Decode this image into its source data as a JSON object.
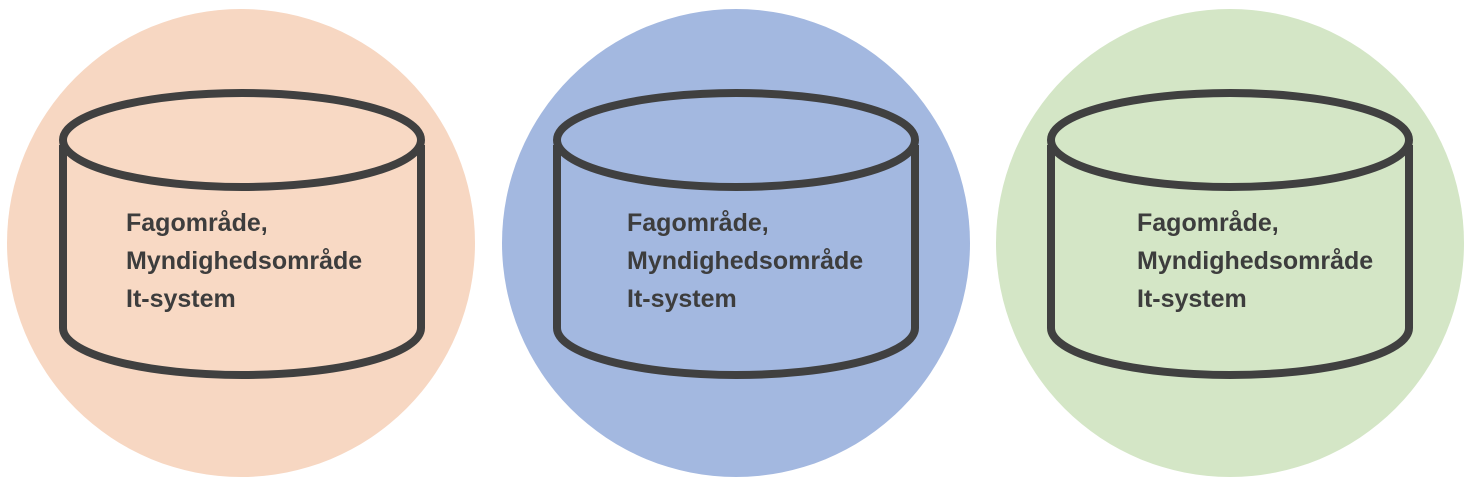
{
  "colors": {
    "stroke": "#404040",
    "text": "#3d3d3d"
  },
  "items": [
    {
      "line1": "Fagområde,",
      "line2": "Myndighedsområde",
      "line3": "It-system",
      "circle_color": "#f7d7c2",
      "cylinder_color": "#f8d9c4"
    },
    {
      "line1": "Fagområde,",
      "line2": "Myndighedsområde",
      "line3": "It-system",
      "circle_color": "#a3b8e0",
      "cylinder_color": "#a3b8e0"
    },
    {
      "line1": "Fagområde,",
      "line2": "Myndighedsområde",
      "line3": "It-system",
      "circle_color": "#d4e6c6",
      "cylinder_color": "#d4e6c6"
    }
  ]
}
